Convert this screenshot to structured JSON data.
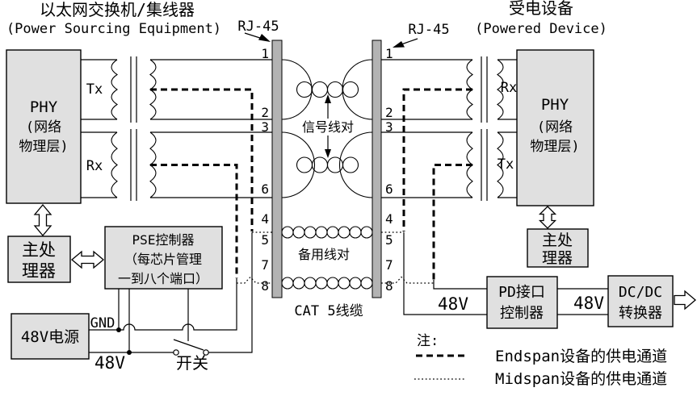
{
  "colors": {
    "box_fill": "#e0e0e0",
    "connector_fill": "#b3b3b3",
    "line": "#000000",
    "background": "#ffffff",
    "endspan_style": "thick dashed black",
    "midspan_style": "thin dotted black"
  },
  "pse": {
    "title_cn": "以太网交换机/集线器",
    "title_en": "(Power Sourcing Equipment)",
    "phy": {
      "l1": "PHY",
      "l2": "(网络",
      "l3": "物理层)"
    },
    "tx": "Tx",
    "rx": "Rx",
    "mpu": {
      "l1": "主处",
      "l2": "理器"
    },
    "ctrl": {
      "l1": "PSE控制器",
      "l2": "（每芯片管理",
      "l3": "一到八个端口）"
    },
    "psu": "48V电源",
    "gnd": "GND",
    "v48": "48V",
    "switch": "开关"
  },
  "pd": {
    "title_cn": "受电设备",
    "title_en": "(Powered Device)",
    "phy": {
      "l1": "PHY",
      "l2": "(网络",
      "l3": "物理层)"
    },
    "rx": "Rx",
    "tx": "Tx",
    "mpu": {
      "l1": "主处",
      "l2": "理器"
    },
    "ctrl": {
      "l1": "PD接口",
      "l2": "控制器"
    },
    "dcdc": {
      "l1": "DC/DC",
      "l2": "转换器"
    },
    "v48_in": "48V",
    "v48_mid": "48V"
  },
  "connector_left": {
    "label": "RJ-45",
    "pins": [
      "1",
      "2",
      "3",
      "6",
      "4",
      "5",
      "7",
      "8"
    ]
  },
  "connector_right": {
    "label": "RJ-45",
    "pins": [
      "1",
      "2",
      "3",
      "6",
      "4",
      "5",
      "7",
      "8"
    ]
  },
  "cable": {
    "signal_pair": "信号线对",
    "spare_pair": "备用线对",
    "name": "CAT 5线缆"
  },
  "legend": {
    "note": "注:",
    "endspan": "Endspan设备的供电通道",
    "midspan": "Midspan设备的供电通道"
  }
}
